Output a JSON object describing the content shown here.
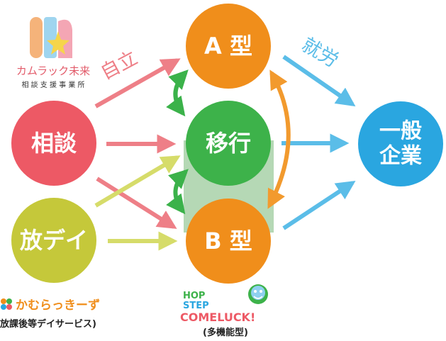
{
  "colors": {
    "soudan": "#ed5965",
    "houdei": "#c5c83a",
    "a_type": "#f08e1b",
    "ikou": "#3db24a",
    "b_type": "#f08e1b",
    "ippan": "#2aa6e0",
    "arrow_pink": "#ee7f87",
    "arrow_yellow": "#d6dc6a",
    "arrow_blue": "#5bbde8",
    "arrow_orange": "#f29a2e",
    "arrow_green": "#3bb24a",
    "band": "#b5d8b5"
  },
  "nodes": {
    "soudan": "相談",
    "houdei": "放デイ",
    "a_type": "A 型",
    "ikou": "移行",
    "b_type": "B 型",
    "ippan_line1": "一般",
    "ippan_line2": "企業"
  },
  "edge_labels": {
    "jiritsu": "自立",
    "shuurou": "就労"
  },
  "logos": {
    "kamluck_line1": "カムラック未来",
    "kamluck_line2": "相 談 支 援 事 業 所",
    "kamurakkiizu": "かむらっきーず",
    "kamurakkiizu_sub": "(放課後等デイサービス)",
    "hop": "HOP",
    "step": "STEP",
    "comeluck": "COMELUCK!",
    "comeluck_sub": "(多機能型)"
  }
}
